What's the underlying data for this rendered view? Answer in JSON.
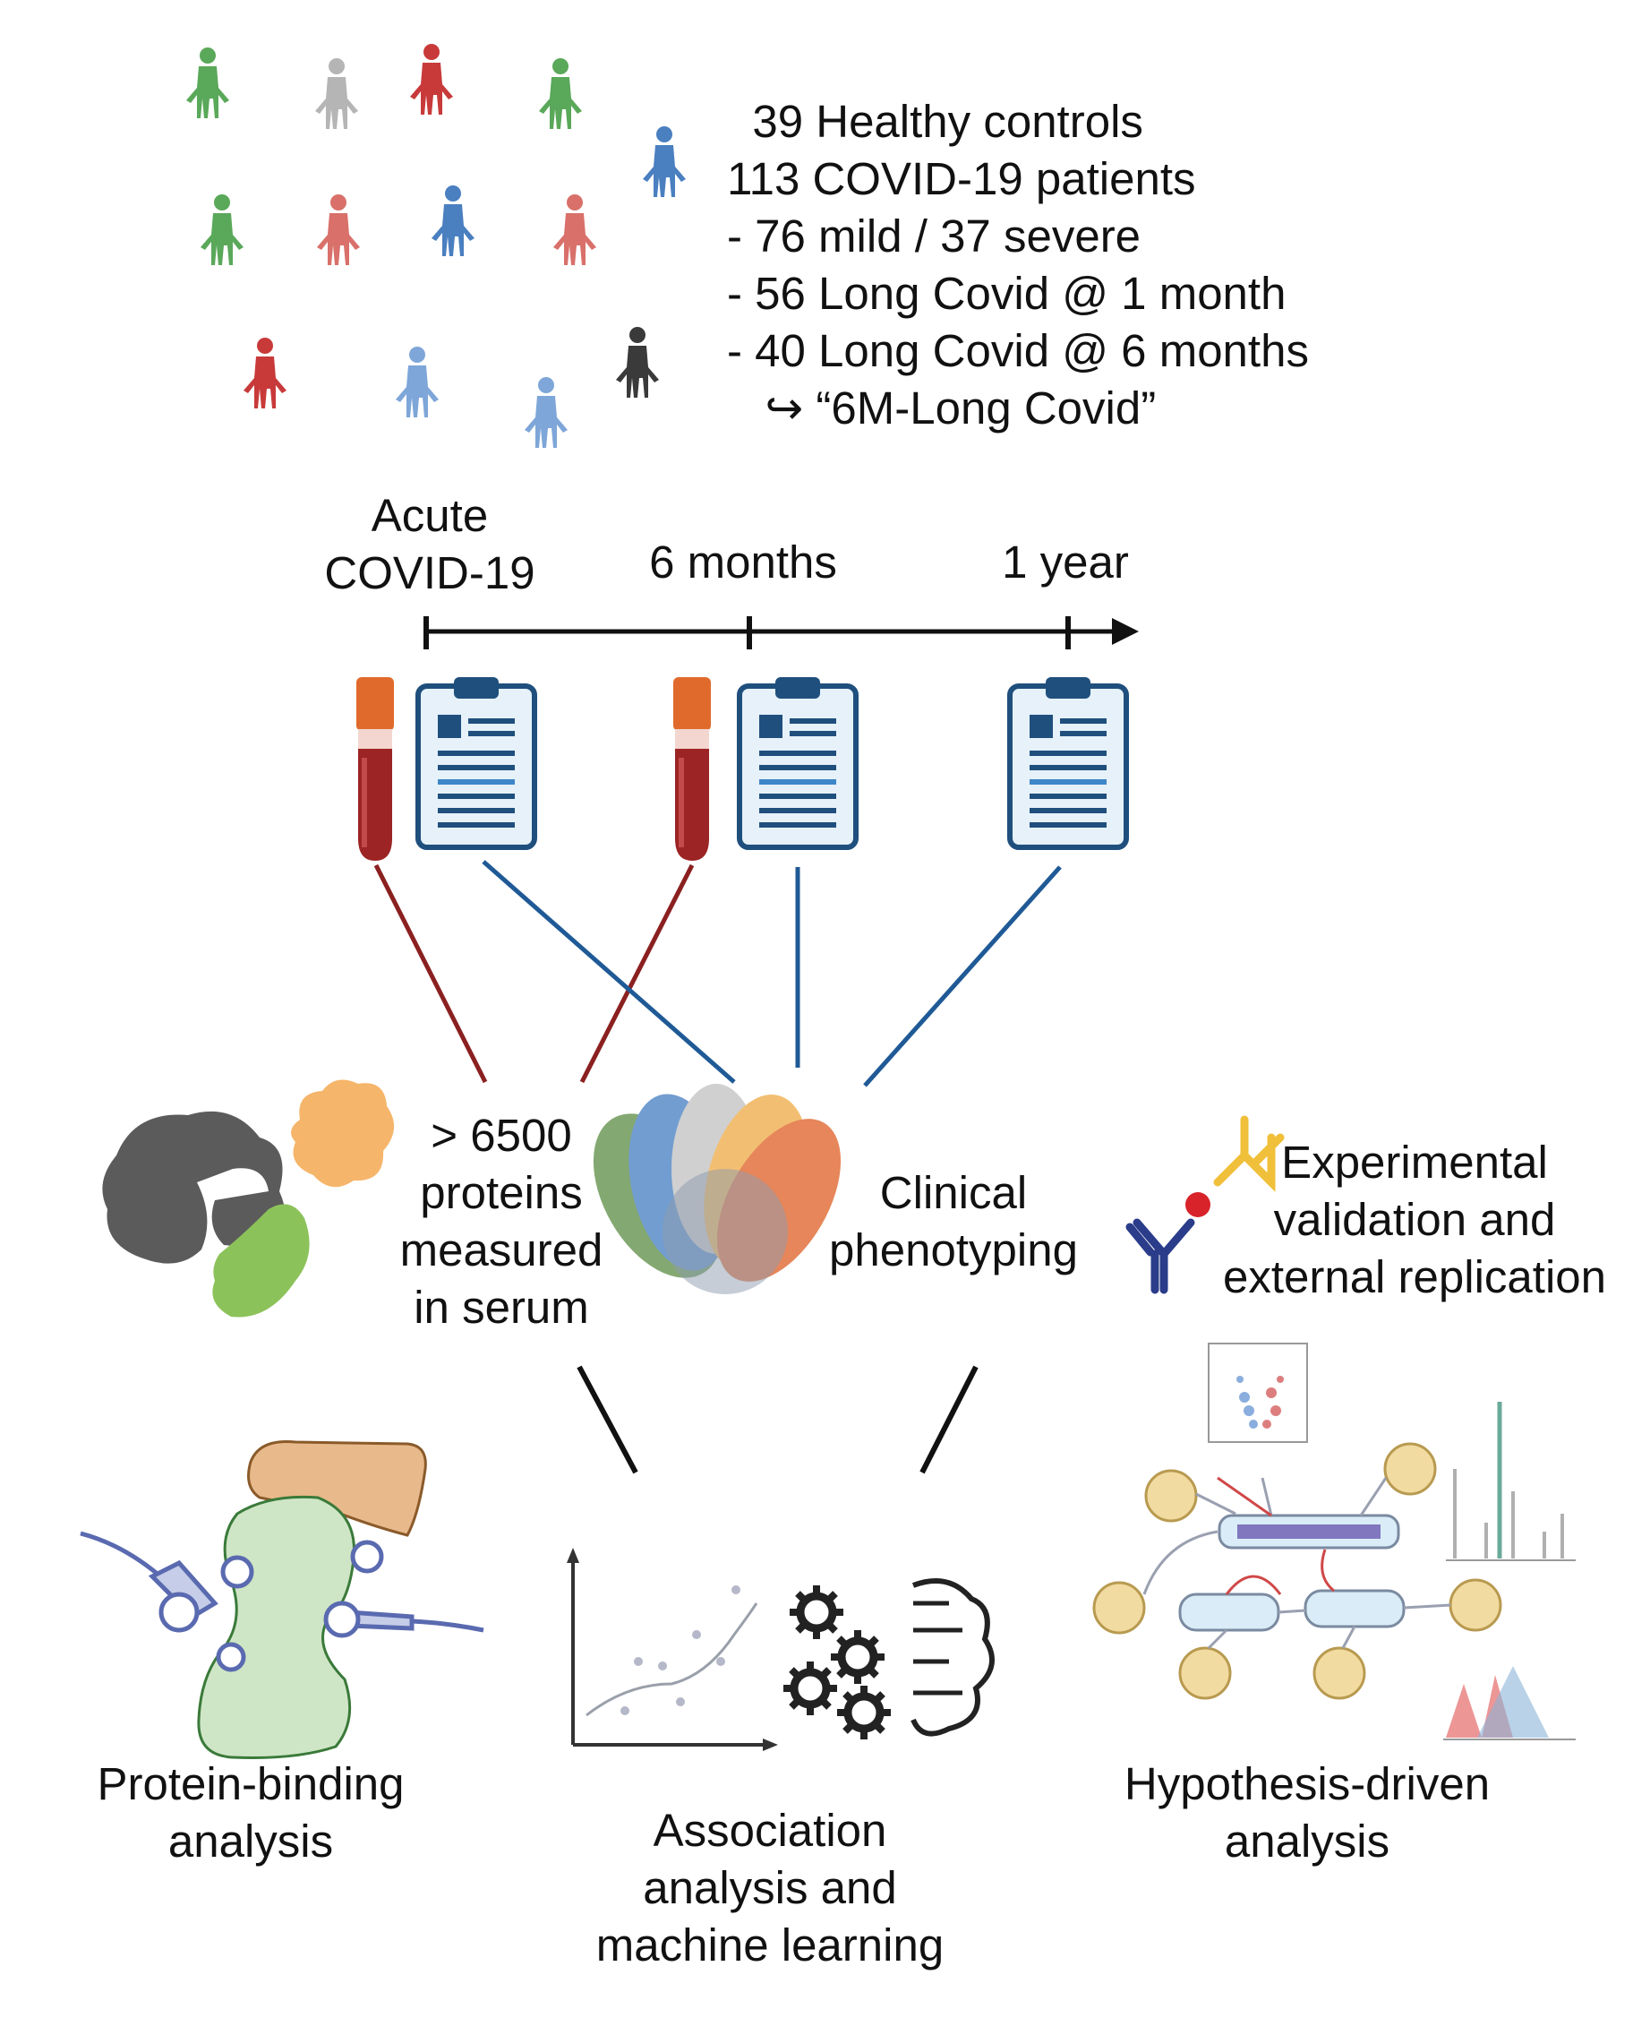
{
  "cohort": {
    "lines": [
      "  39 Healthy controls",
      "113 COVID-19 patients",
      "- 76 mild / 37 severe",
      "- 56 Long Covid @ 1 month",
      "- 40 Long Covid @ 6 months",
      "   ↪ “6M-Long Covid”"
    ]
  },
  "timeline": {
    "acute_line1": "Acute",
    "acute_line2": "COVID-19",
    "six_months": "6 months",
    "one_year": "1 year"
  },
  "data_sources": {
    "proteins": [
      "> 6500",
      "proteins",
      "measured",
      "in serum"
    ],
    "clinical": [
      "Clinical",
      "phenotyping"
    ],
    "validation": [
      "Experimental",
      "validation and",
      "external replication"
    ]
  },
  "analyses": {
    "protein_binding": [
      "Protein-binding",
      "analysis"
    ],
    "association": [
      "Association",
      "analysis and",
      "machine learning"
    ],
    "hypothesis": [
      "Hypothesis-driven",
      "analysis"
    ]
  },
  "colors": {
    "blood_line": "#8b2020",
    "clinical_line": "#1f5a96",
    "person_green": "#5aa85a",
    "person_gray": "#b5b5b5",
    "person_red": "#c83a3a",
    "person_salmon": "#d9706a",
    "person_blue": "#4a7fc0",
    "person_lightblue": "#7ea6d8",
    "person_dark": "#3a3a3a"
  }
}
